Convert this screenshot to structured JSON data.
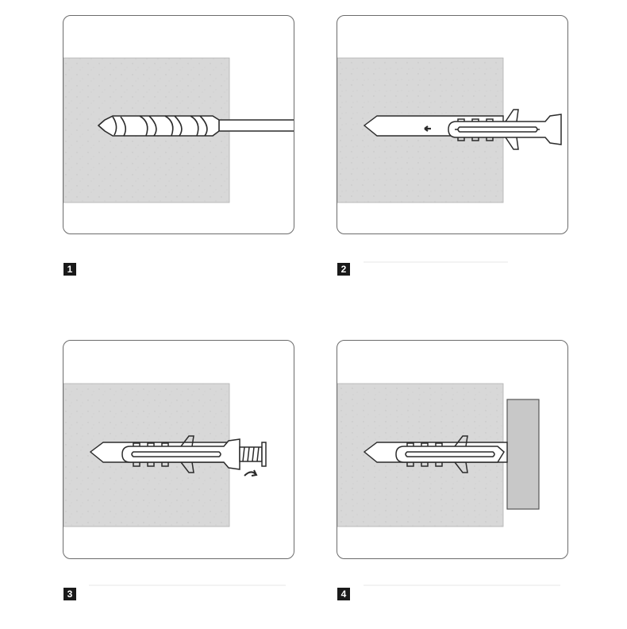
{
  "steps": [
    {
      "number": "1"
    },
    {
      "number": "2"
    },
    {
      "number": "3"
    },
    {
      "number": "4"
    }
  ],
  "colors": {
    "concrete": "#d9d9d9",
    "outline": "#2b2b2b",
    "panel_border": "#6b6b6b",
    "badge": "#1a1a1a",
    "fixture": "#c8c8c8"
  }
}
